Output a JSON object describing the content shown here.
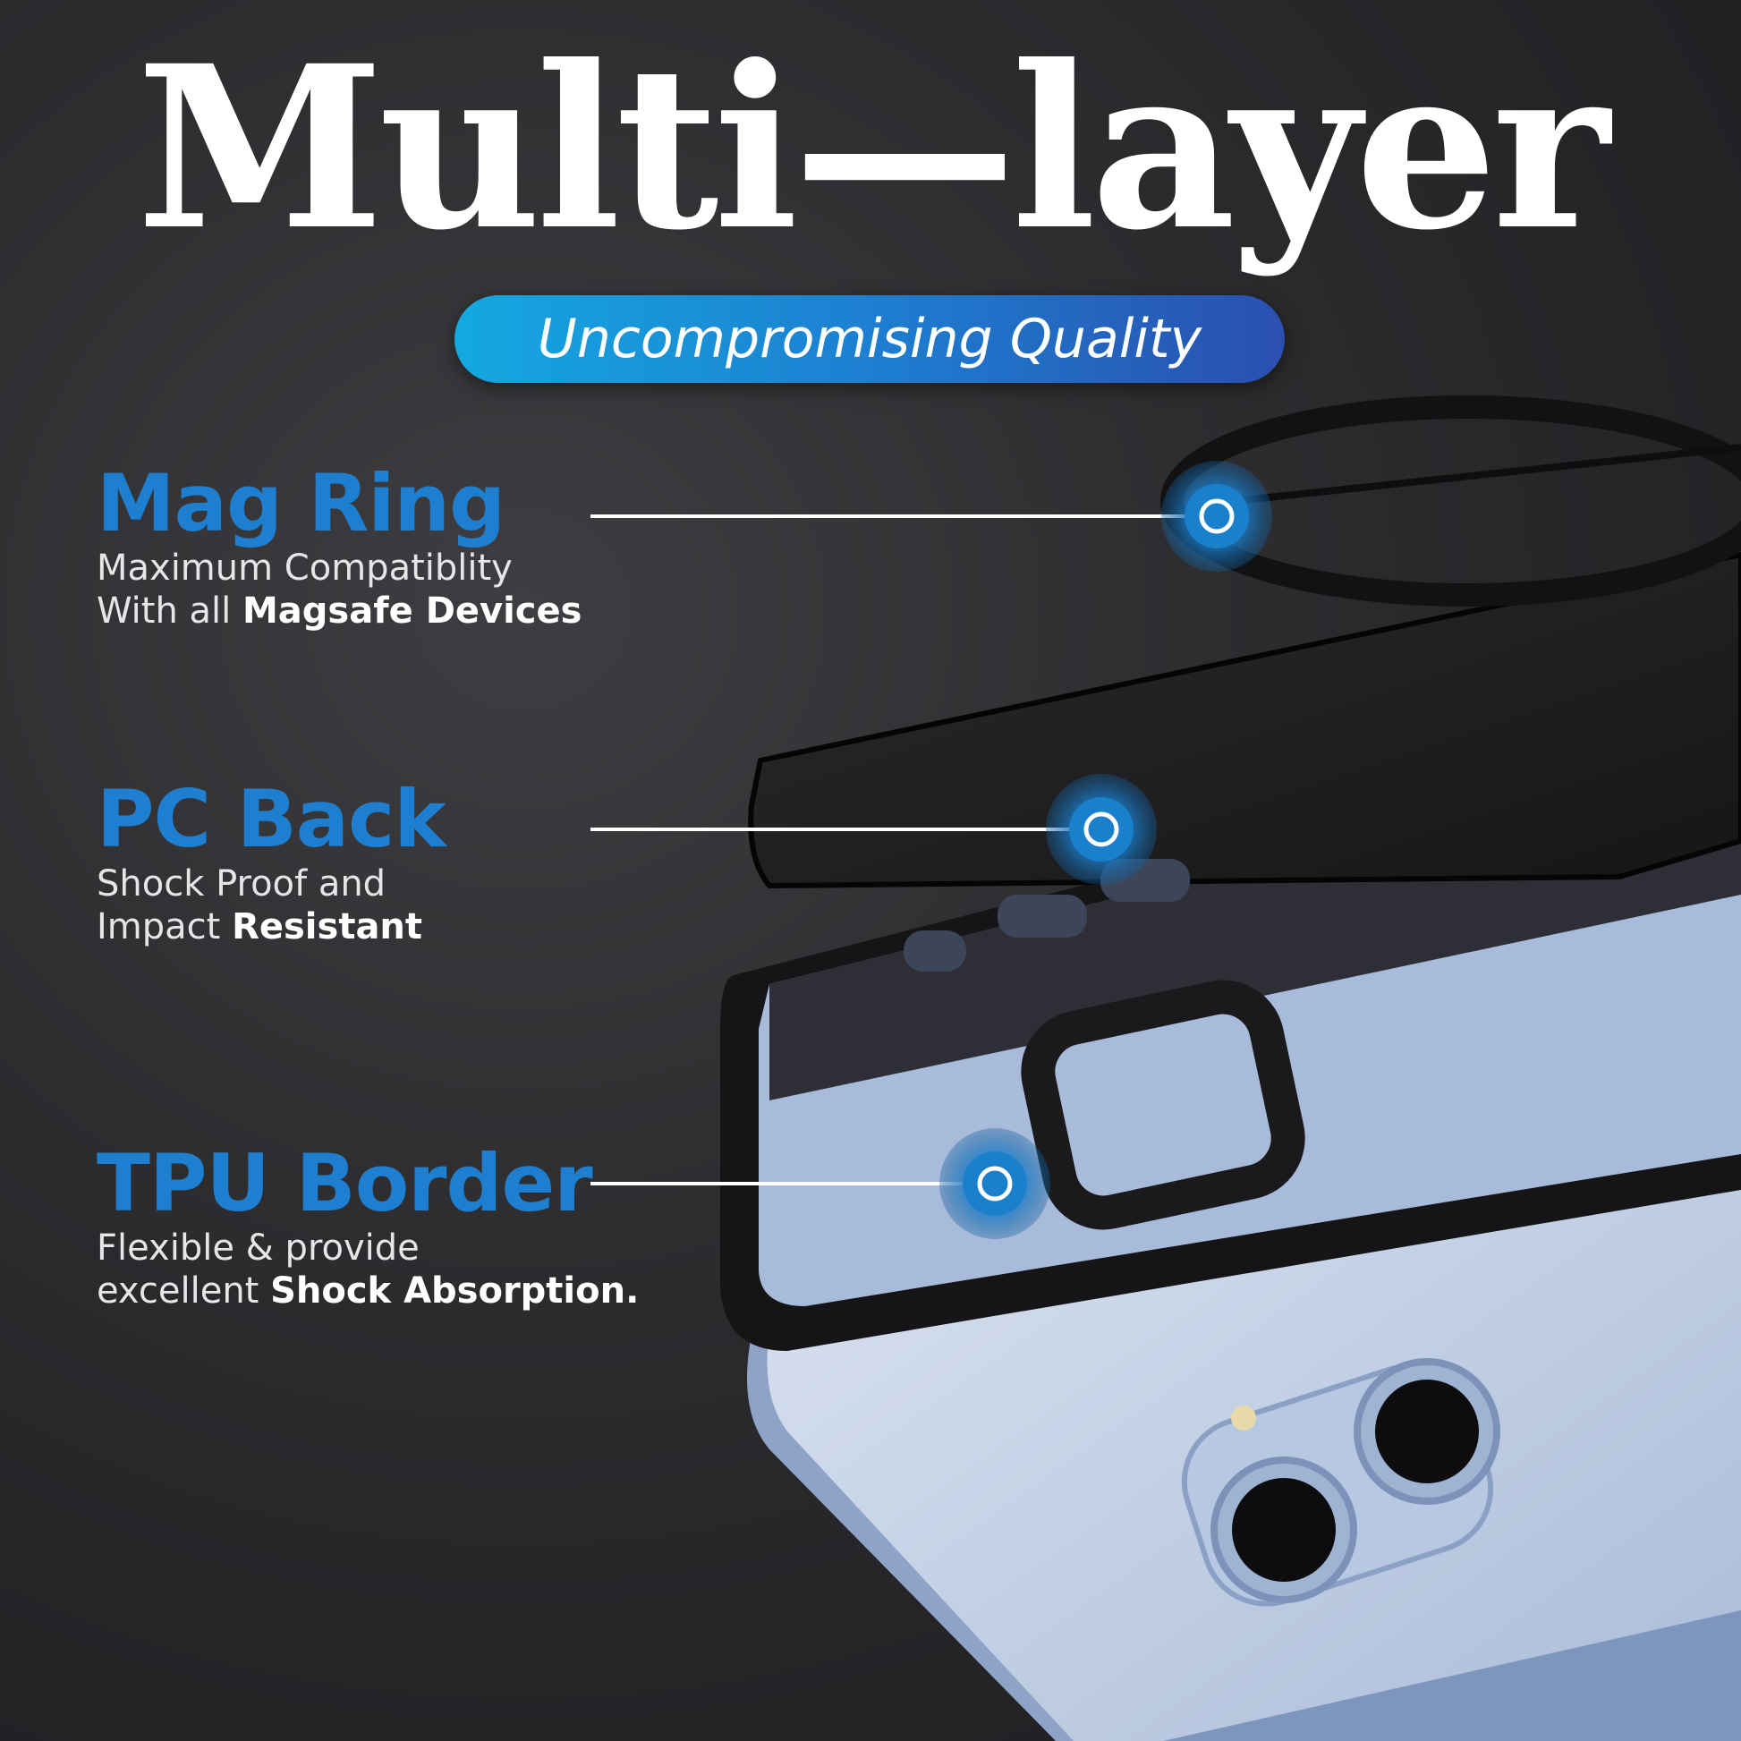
{
  "headline": {
    "title": "Multi—layer",
    "tagline": "Uncompromising Quality"
  },
  "features": [
    {
      "name": "Mag Ring",
      "line1": "Maximum Compatiblity",
      "line2_plain": "With all ",
      "line2_bold": "Magsafe Devices"
    },
    {
      "name": "PC Back",
      "line1": "Shock Proof and",
      "line2_plain": "Impact ",
      "line2_bold": "Resistant"
    },
    {
      "name": "TPU Border",
      "line1": "Flexible & provide",
      "line2_plain": "excellent ",
      "line2_bold": "Shock Absorption."
    }
  ],
  "colors": {
    "background": "#2b2b2e",
    "accent_blue": "#1e7fd0",
    "pill_start": "#14a8e0",
    "pill_end": "#2a4fb0",
    "headline": "#ffffff"
  },
  "icons": [
    "callout-dot-icon",
    "callout-dot-icon",
    "callout-dot-icon"
  ]
}
